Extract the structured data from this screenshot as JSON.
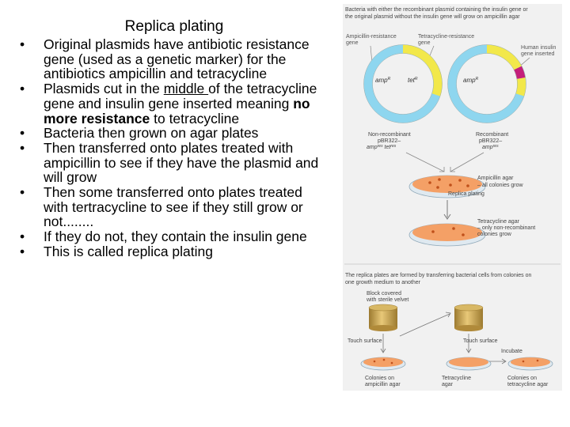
{
  "slide": {
    "title": "Replica plating",
    "bullet_symbol": "•",
    "bullets": {
      "b1": "Original plasmids have antibiotic resistance gene (used as a genetic marker) for the antibiotics ampicillin and tetracycline",
      "b2_before": "Plasmids cut in the ",
      "b2_underlined": "middle ",
      "b2_middle": "of the tetracycline gene and insulin gene inserted meaning ",
      "b2_bold": "no more resistance",
      "b2_after": " to tetracycline",
      "b3": "Bacteria then grown on agar plates",
      "b4": "Then transferred onto plates treated with ampicillin to see if they have the plasmid and will grow",
      "b5": "Then some transferred onto plates treated with tertracycline to see if they still grow or not........",
      "b6": "If they do not, they contain the insulin gene",
      "b7": "This is called replica plating"
    }
  },
  "figure": {
    "caption_top_1": "Bacteria with either the recombinant plasmid containing the insulin gene or",
    "caption_top_2": "the original plasmid without the insulin gene will grow on ampicillin agar",
    "amp_gene_1": "Ampicillin-resistance",
    "amp_gene_2": "gene",
    "tet_gene_1": "Tetracycline-resistance",
    "tet_gene_2": "gene",
    "human_1": "Human insulin",
    "human_2": "gene inserted",
    "left_amp": "amp",
    "left_tet": "tet",
    "right_amp": "amp",
    "sup_r": "R",
    "nonrec_1": "Non-recombinant",
    "nonrec_2": "pBR322–",
    "nonrec_3a": "amp",
    "nonrec_3b": "tet",
    "sup_res": "res",
    "rec_1": "Recombinant",
    "rec_2": "pBR322–",
    "rec_3": "amp",
    "amp_agar_1": "Ampicillin agar",
    "amp_agar_2": "– all colonies grow",
    "replica_plating": "Replica plating",
    "tet_agar_1": "Tetracycline agar",
    "tet_agar_2": "– only non-recombinant",
    "tet_agar_3": "colonies grow",
    "caption_mid_1": "The replica plates are formed by transferring bacterial cells from colonies on",
    "caption_mid_2": "one growth medium to another",
    "block_1": "Block covered",
    "block_2": "with sterile velvet",
    "touch_left": "Touch surface",
    "touch_right": "Touch surface",
    "incubate": "Incubate",
    "col_amp_1": "Colonies on",
    "col_amp_2": "ampicillin agar",
    "tetra_1": "Tetracycline",
    "tetra_2": "agar",
    "col_tet_1": "Colonies on",
    "col_tet_2": "tetracycline agar",
    "colors": {
      "blue_ring": "#8ed6ef",
      "yellow_ring": "#f2e84a",
      "insulin_segment": "#c41e7a",
      "agar": "#f4a066",
      "panel_background": "#f1f1f1",
      "velvet_block": "#c9a24a"
    }
  }
}
